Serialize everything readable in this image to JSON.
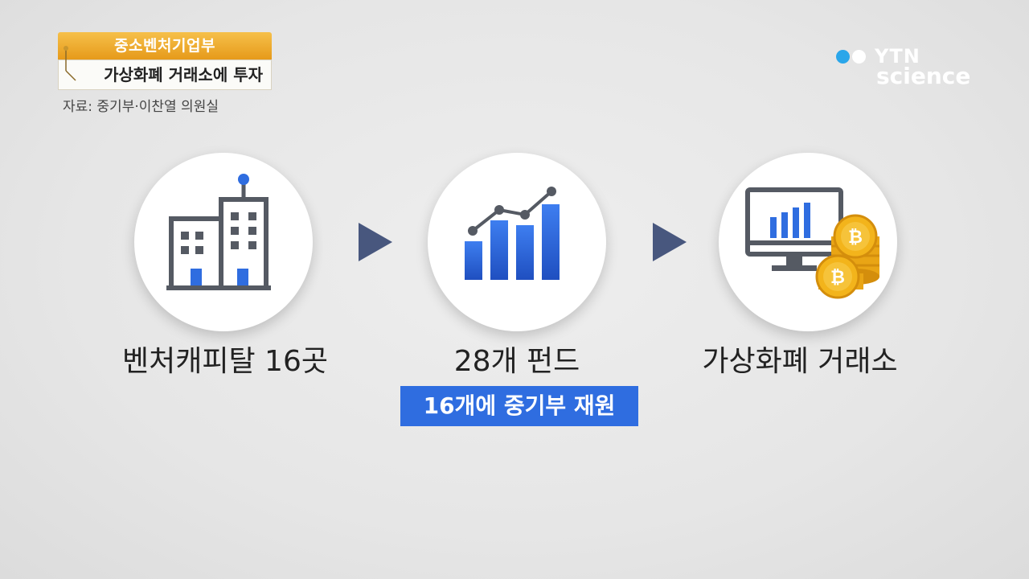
{
  "header": {
    "category": "중소벤처기업부",
    "headline": "가상화폐 거래소에 투자",
    "source": "자료: 중기부·이찬열 의원실"
  },
  "logo": {
    "brand": "YTN",
    "sub": "science"
  },
  "flow": {
    "step1": {
      "label": "벤처캐피탈 16곳",
      "icon": "office-building-icon"
    },
    "step2": {
      "label": "28개 펀드",
      "icon": "bar-chart-icon"
    },
    "step3": {
      "label": "가상화폐 거래소",
      "icon": "monitor-bitcoin-icon"
    },
    "note": "16개에 중기부 재원"
  },
  "colors": {
    "accent_blue": "#2f6de0",
    "arrow": "#48577e",
    "title_orange": "#f0b030",
    "coin_gold": "#f3b41b"
  }
}
